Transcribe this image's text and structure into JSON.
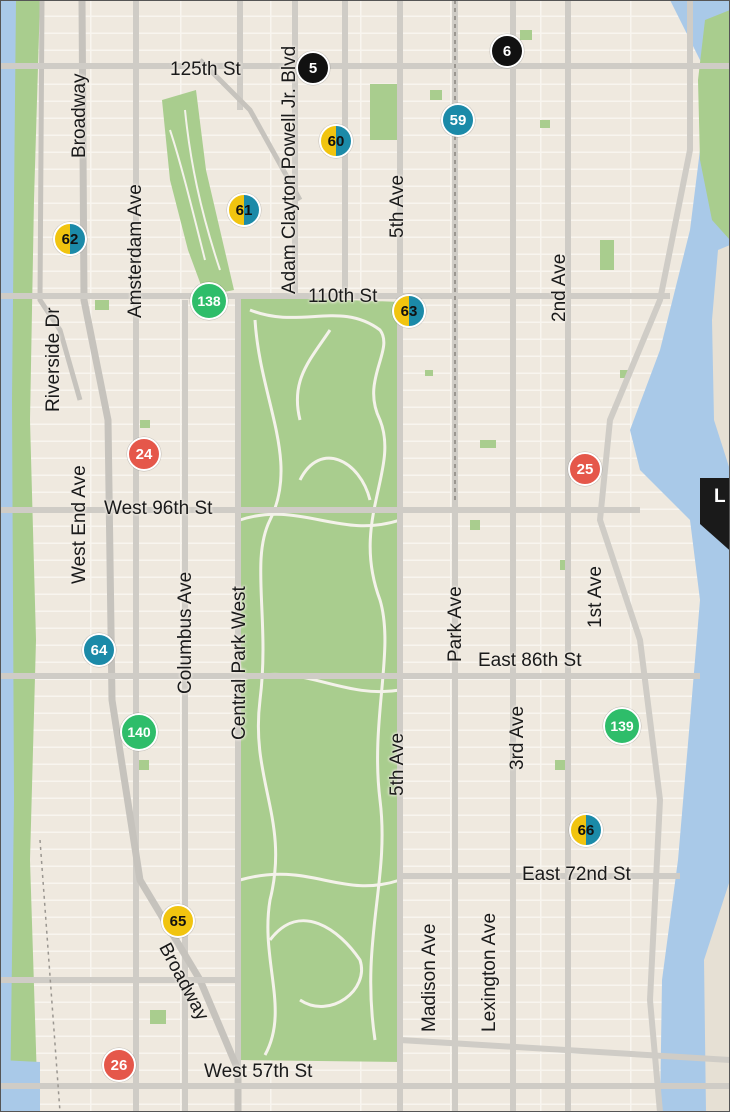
{
  "colors": {
    "land": "#efe9df",
    "park": "#a9cd8e",
    "water": "#a9c9e8",
    "street_major": "#c9c6c0",
    "path": "#f4f2ea",
    "marker_yellow": "#f1c40f",
    "marker_teal": "#1b8aa8",
    "marker_green": "#2ebd6a",
    "marker_red": "#e5574a",
    "marker_black": "#111111"
  },
  "labels": {
    "broadway_top": "Broadway",
    "amsterdam": "Amsterdam Ave",
    "riverside": "Riverside Dr",
    "st125": "125th St",
    "adam_clayton": "Adam Clayton Powell Jr. Blvd",
    "fifth_top": "5th Ave",
    "second_ave": "2nd Ave",
    "st110": "110th St",
    "west_end": "West End Ave",
    "west96": "West 96th St",
    "columbus": "Columbus Ave",
    "cpw": "Central Park West",
    "park_ave": "Park Ave",
    "first_ave": "1st Ave",
    "east86": "East 86th St",
    "fifth_mid": "5th Ave",
    "third_ave": "3rd Ave",
    "east72": "East 72nd St",
    "madison": "Madison Ave",
    "lexington": "Lexington Ave",
    "broadway_bottom": "Broadway",
    "west57": "West 57th St",
    "corner": "L"
  },
  "markers": [
    {
      "label": "5",
      "style": "black"
    },
    {
      "label": "6",
      "style": "black"
    },
    {
      "label": "59",
      "style": "teal"
    },
    {
      "label": "60",
      "style": "split"
    },
    {
      "label": "61",
      "style": "split"
    },
    {
      "label": "62",
      "style": "split"
    },
    {
      "label": "138",
      "style": "green"
    },
    {
      "label": "63",
      "style": "split"
    },
    {
      "label": "24",
      "style": "red"
    },
    {
      "label": "25",
      "style": "red"
    },
    {
      "label": "64",
      "style": "teal"
    },
    {
      "label": "140",
      "style": "green"
    },
    {
      "label": "139",
      "style": "green"
    },
    {
      "label": "66",
      "style": "split"
    },
    {
      "label": "65",
      "style": "yellow"
    },
    {
      "label": "26",
      "style": "red"
    }
  ]
}
